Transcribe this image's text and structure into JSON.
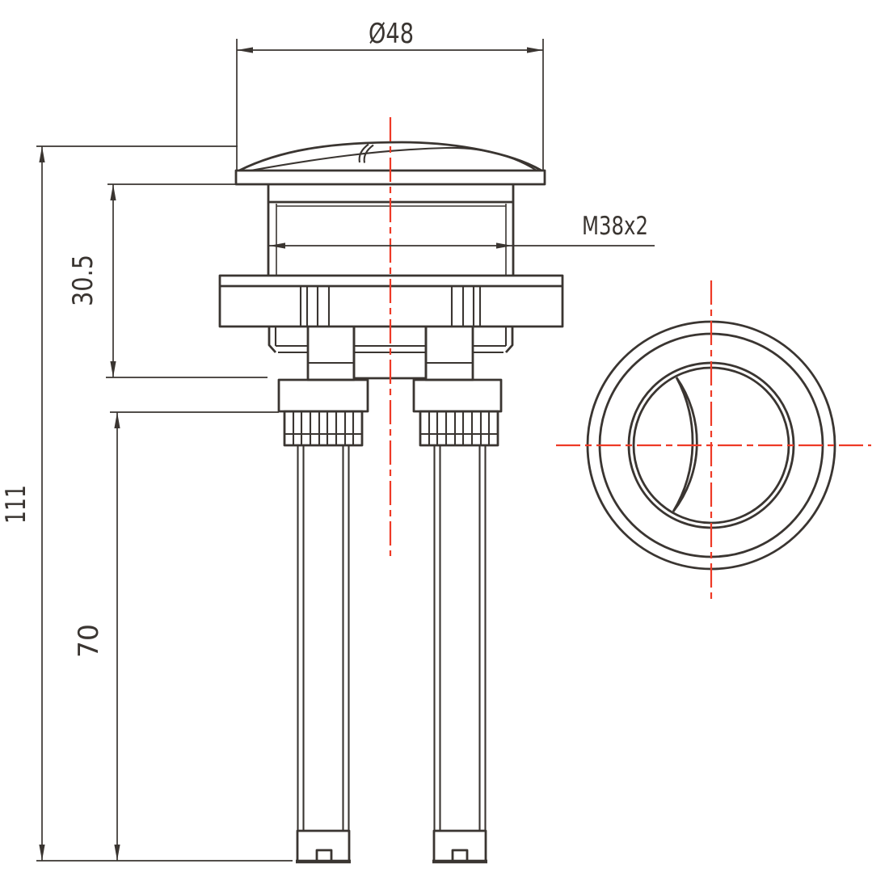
{
  "drawing": {
    "type": "technical-drawing",
    "subject": "dual-flush toilet push button, front view and top view"
  },
  "dimensions": {
    "diameter": "Ø48",
    "thread": "M38x2",
    "collar_height": "30.5",
    "total_height": "111",
    "rod_length": "70"
  },
  "colors": {
    "line": "#3a3531",
    "centerline": "#ee3a26",
    "background": "#ffffff"
  }
}
